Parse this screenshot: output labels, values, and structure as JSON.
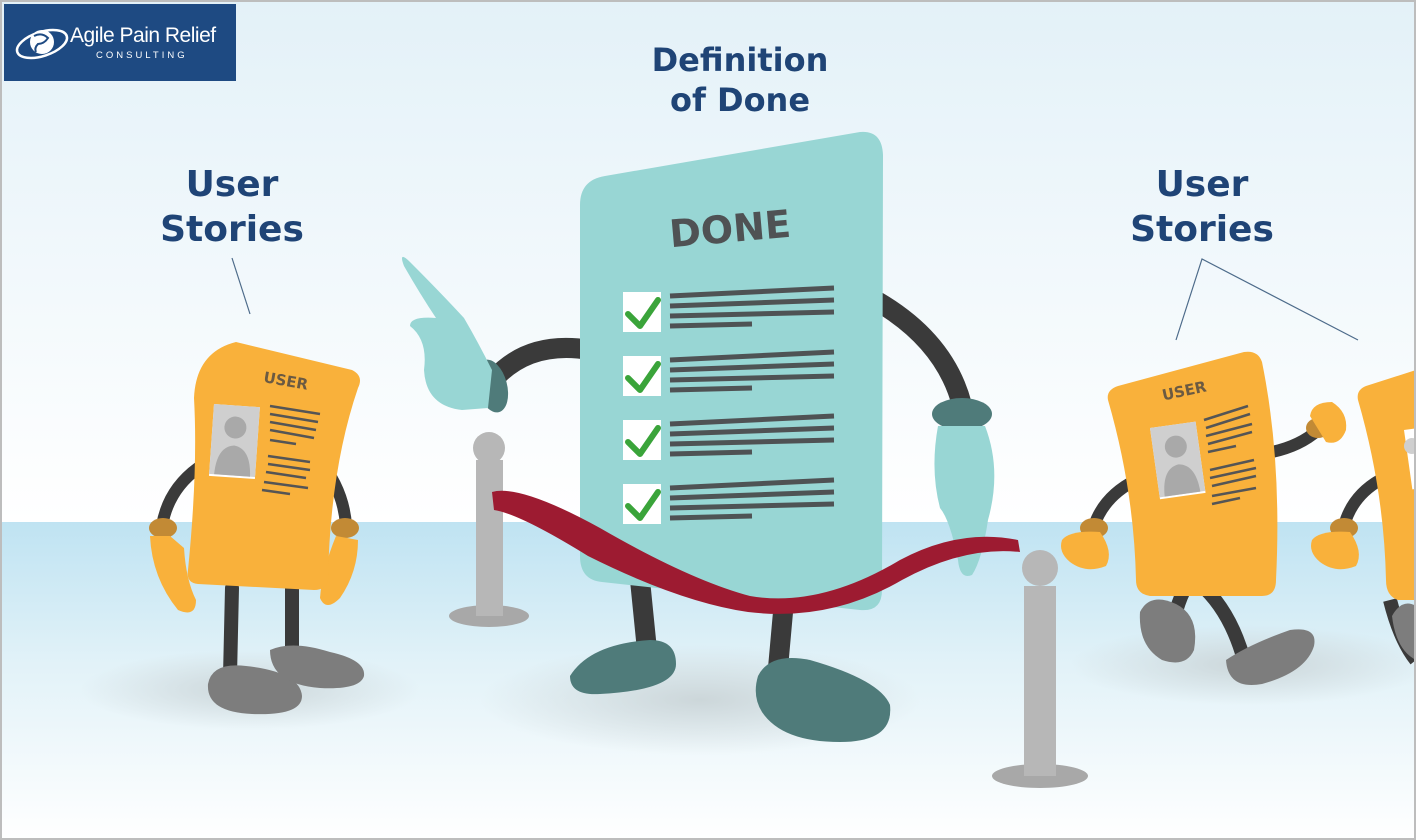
{
  "logo": {
    "name": "Agile Pain Relief",
    "subtitle": "CONSULTING"
  },
  "headings": {
    "center": [
      "Definition",
      "of Done"
    ],
    "left": [
      "User",
      "Stories"
    ],
    "right": [
      "User",
      "Stories"
    ]
  },
  "done_card": {
    "title": "DONE",
    "checklist_count": 4
  },
  "story_card": {
    "label": "USER"
  },
  "colors": {
    "brand_blue": "#1e4a82",
    "heading_blue": "#1f4476",
    "done_card": "#98d6d4",
    "story_card": "#f9b13b",
    "ribbon": "#9d1b31",
    "check": "#3aa43a"
  },
  "icons": [
    "globe-icon",
    "checkmark-icon",
    "person-silhouette-icon"
  ]
}
